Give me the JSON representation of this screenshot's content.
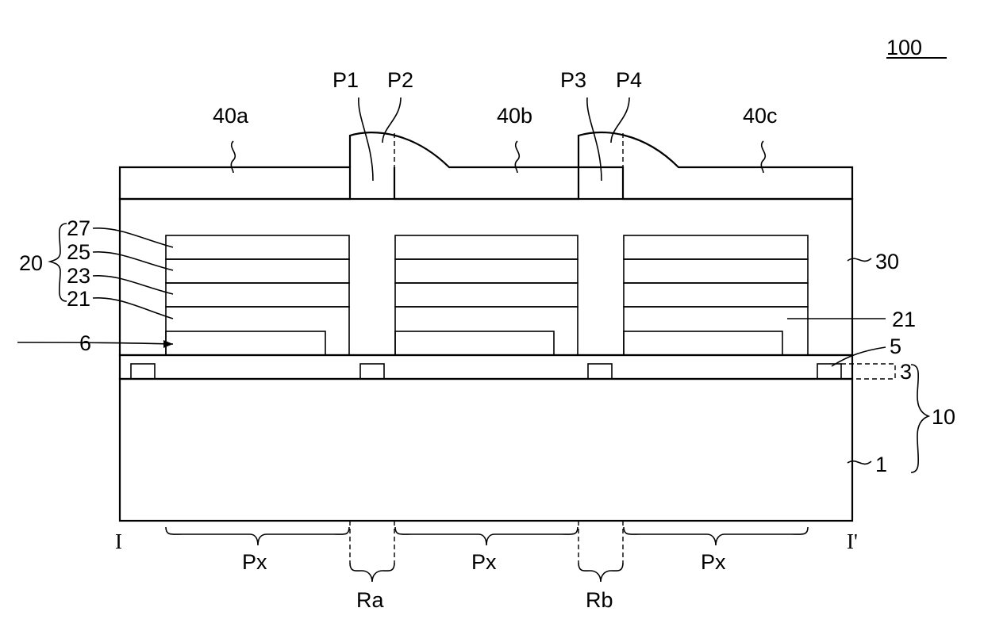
{
  "figure": {
    "ref_number": "100",
    "electrodes": {
      "a": "40a",
      "b": "40b",
      "c": "40c"
    },
    "points": {
      "p1": "P1",
      "p2": "P2",
      "p3": "P3",
      "p4": "P4"
    },
    "stack": {
      "group": "20",
      "layer_27": "27",
      "layer_25": "25",
      "layer_23": "23",
      "layer_21": "21",
      "layer_6": "6"
    },
    "right_labels": {
      "layer_30": "30",
      "layer_21": "21",
      "electrode_5": "5",
      "layer_3": "3",
      "group_10": "10",
      "substrate_1": "1"
    },
    "section": {
      "start": "I",
      "end": "I'"
    },
    "regions": {
      "px1": "Px",
      "px2": "Px",
      "px3": "Px",
      "ra": "Ra",
      "rb": "Rb"
    }
  }
}
